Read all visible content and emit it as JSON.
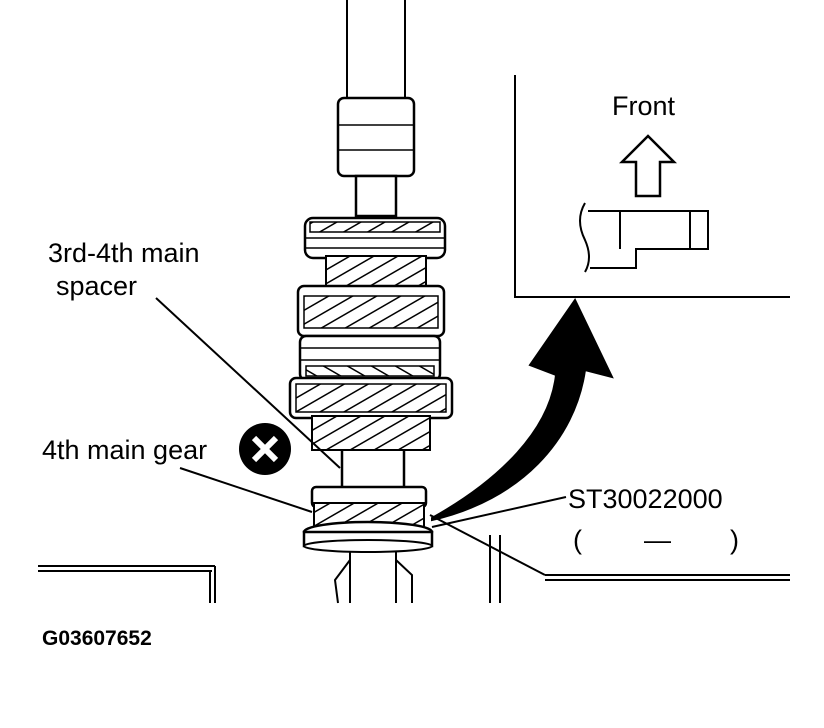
{
  "labels": {
    "front": "Front",
    "spacer_line1": "3rd-4th main",
    "spacer_line2": "spacer",
    "gear": "4th main gear",
    "tool_number": "ST30022000",
    "tool_paren_open": "(",
    "tool_dash": "—",
    "tool_paren_close": ")",
    "figure_id": "G03607652"
  },
  "icons": {
    "do_not_reuse": "x-circle-icon",
    "direction": "up-arrow-icon",
    "rotate": "curved-arrow-icon"
  },
  "colors": {
    "ink": "#000000",
    "paper": "#ffffff"
  }
}
